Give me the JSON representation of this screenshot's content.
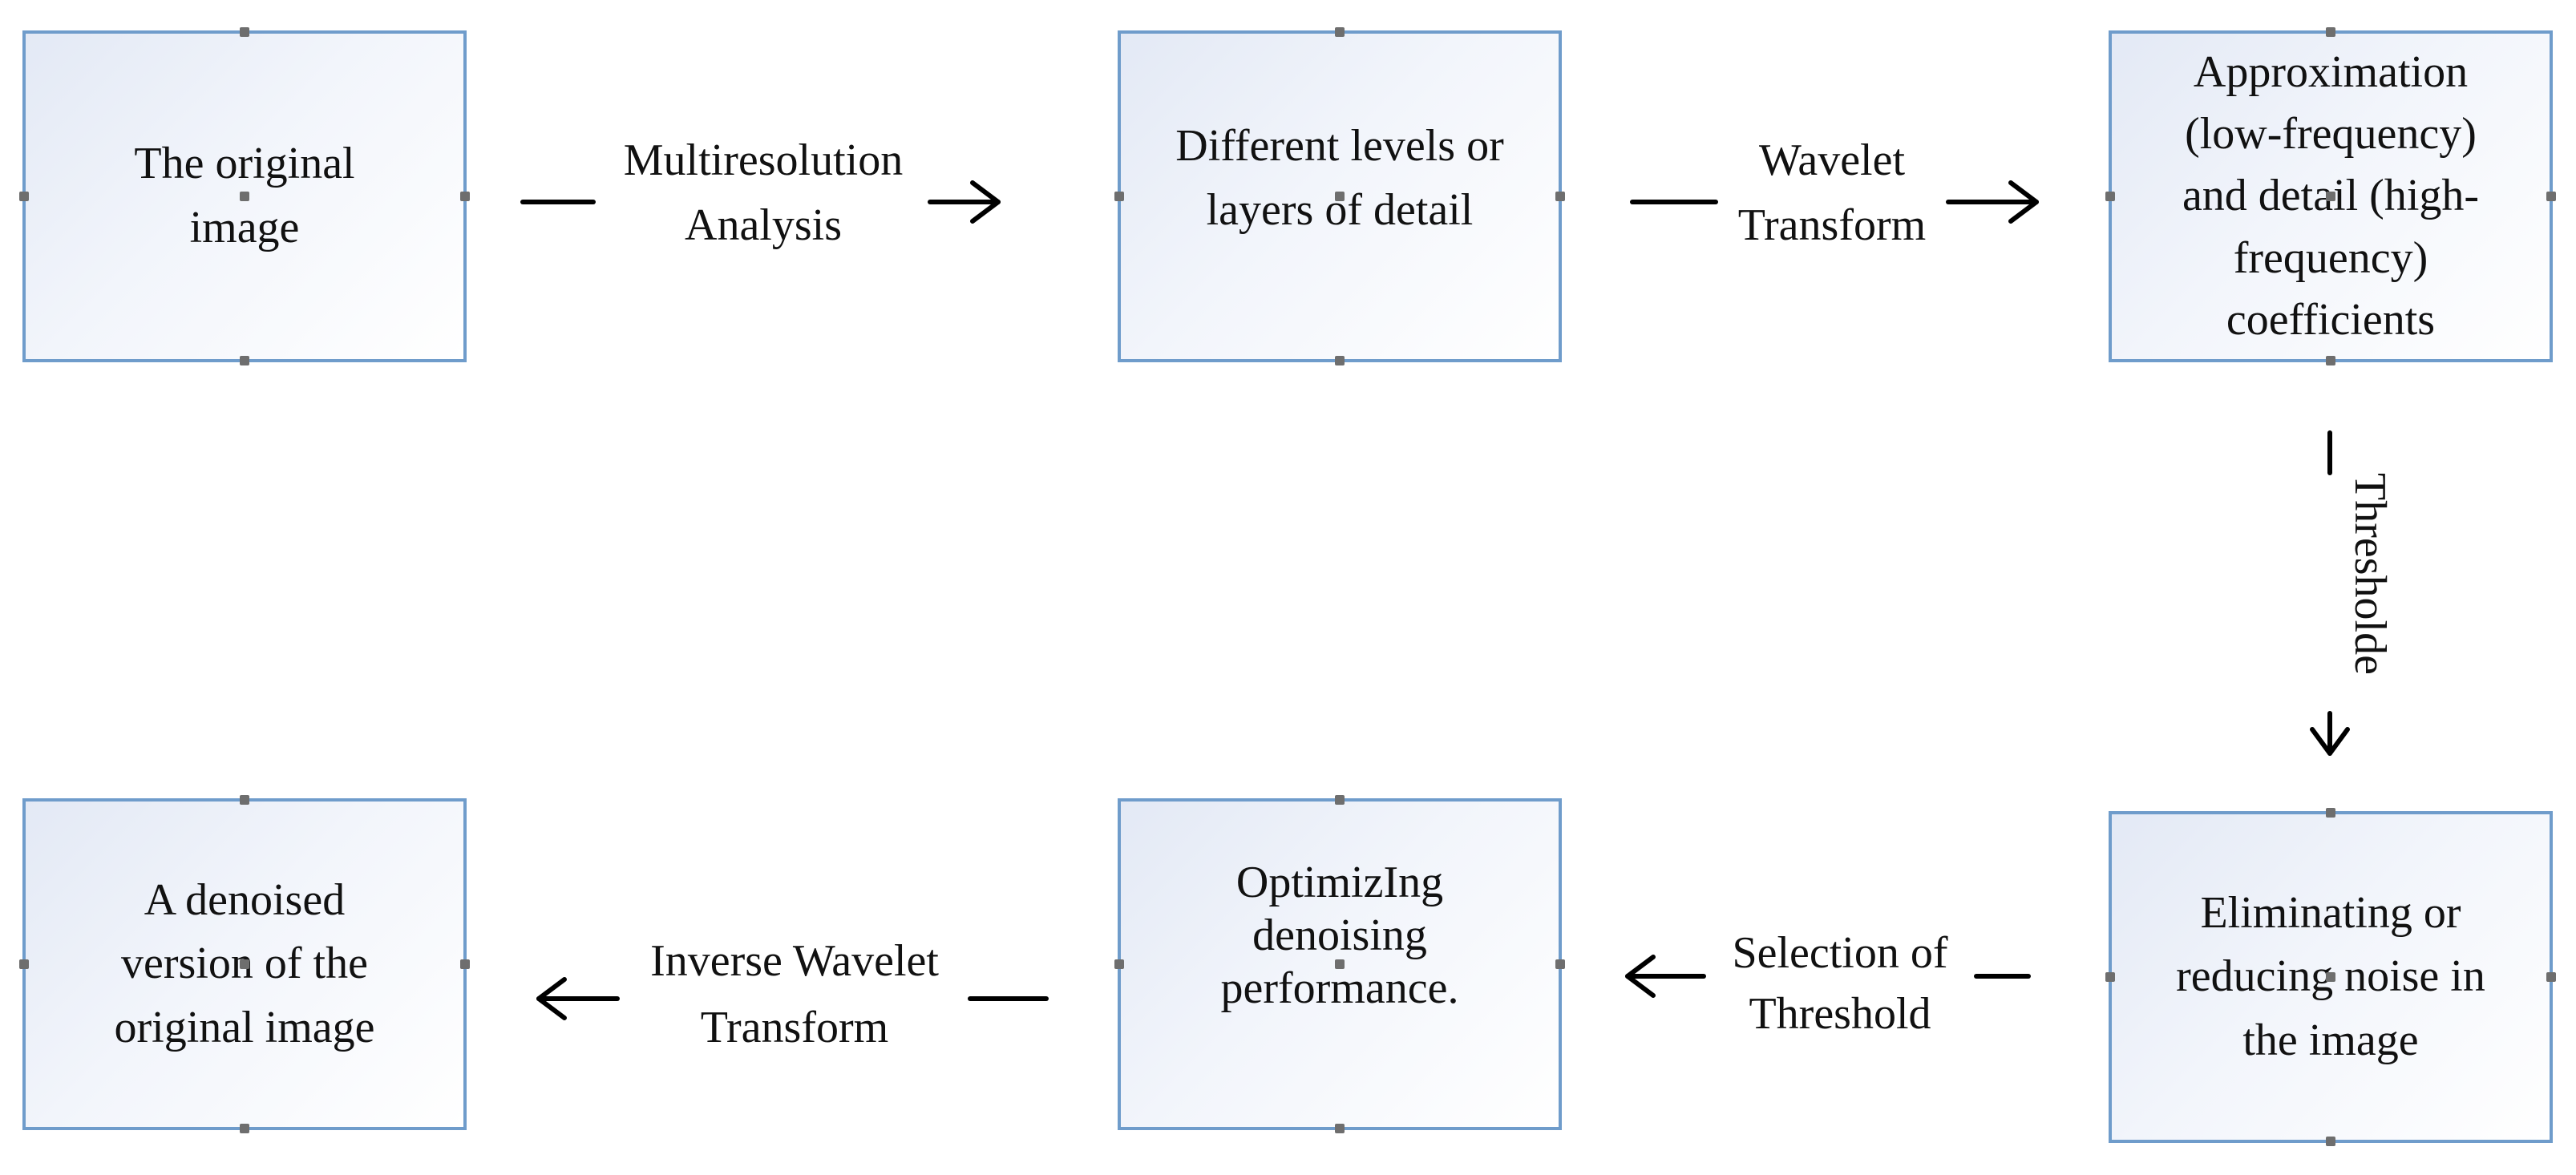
{
  "nodes": {
    "original": "The original\nimage",
    "levels": "Different levels or\nlayers of detail",
    "coeffs": "Approximation\n(low-frequency)\nand detail (high-\nfrequency)\ncoefficients",
    "reducing": "Eliminating or\nreducing noise in\nthe image",
    "optimizing": "OptimizIng\ndenoising\nperformance.",
    "denoised": "A denoised\nversion of the\noriginal image"
  },
  "edges": {
    "multiresolution": "Multiresolution\nAnalysis",
    "wavelet": "Wavelet\nTransform",
    "threshold": "Thresholde",
    "selection": "Selection of\nThreshold",
    "inverse": "Inverse Wavelet\nTransform"
  }
}
